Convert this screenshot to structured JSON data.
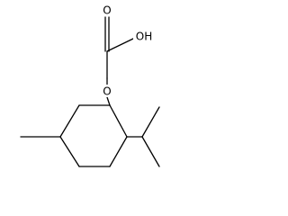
{
  "molecule": {
    "atoms": {
      "carbonyl_oxygen": "O",
      "hydroxyl": "OH",
      "ether_oxygen": "O"
    }
  }
}
